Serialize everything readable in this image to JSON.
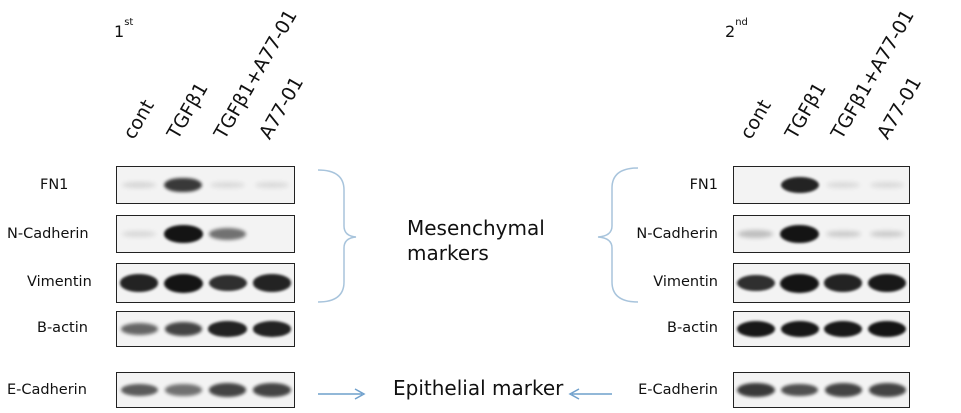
{
  "panels": [
    {
      "title_main": "1",
      "title_sup": "st",
      "lanes": [
        "cont",
        "TGFβ1",
        "TGFβ1+A77-01",
        "A77-01"
      ],
      "rows": [
        {
          "label": "FN1",
          "bands": [
            0.05,
            0.75,
            0.03,
            0.03
          ]
        },
        {
          "label": "N-Cadherin",
          "bands": [
            0.04,
            0.95,
            0.5,
            0.0
          ]
        },
        {
          "label": "Vimentin",
          "bands": [
            0.85,
            1.0,
            0.8,
            0.85
          ]
        },
        {
          "label": "B-actin",
          "bands": [
            0.55,
            0.7,
            0.85,
            0.85
          ]
        },
        {
          "label": "E-Cadherin",
          "bands": [
            0.6,
            0.5,
            0.7,
            0.7
          ]
        }
      ]
    },
    {
      "title_main": "2",
      "title_sup": "nd",
      "lanes": [
        "cont",
        "TGFβ1",
        "TGFβ1+A77-01",
        "A77-01"
      ],
      "rows": [
        {
          "label": "FN1",
          "bands": [
            0.0,
            0.85,
            0.03,
            0.03
          ]
        },
        {
          "label": "N-Cadherin",
          "bands": [
            0.15,
            1.0,
            0.1,
            0.1
          ]
        },
        {
          "label": "Vimentin",
          "bands": [
            0.8,
            1.0,
            0.85,
            0.9
          ]
        },
        {
          "label": "B-actin",
          "bands": [
            0.9,
            0.9,
            0.9,
            0.95
          ]
        },
        {
          "label": "E-Cadherin",
          "bands": [
            0.75,
            0.65,
            0.7,
            0.7
          ]
        }
      ]
    }
  ],
  "annotations": {
    "mesenchymal_line1": "Mesenchymal",
    "mesenchymal_line2": "markers",
    "epithelial": "Epithelial marker"
  },
  "colors": {
    "bracket": "#a8c4dc",
    "arrow": "#6fa0cc",
    "band": "#141414",
    "membrane": "#f3f3f3"
  }
}
